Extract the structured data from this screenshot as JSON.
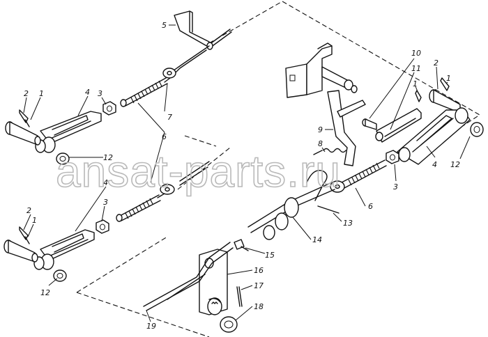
{
  "watermark": "ansat-parts.ru",
  "labels": {
    "l1a": "1",
    "l2a": "2",
    "l3a": "3",
    "l4a": "4",
    "l5": "5",
    "l6a": "6",
    "l7": "7",
    "l12a": "12",
    "l4b": "4",
    "l3b": "3",
    "l2b": "2",
    "l1b": "1",
    "l12b": "12",
    "l10": "10",
    "l11": "11",
    "l1c": "1",
    "l2c": "2",
    "l1d": "1",
    "l9": "9",
    "l8": "8",
    "l4c": "4",
    "l12c": "12",
    "l3c": "3",
    "l6b": "6",
    "l13": "13",
    "l14": "14",
    "l15": "15",
    "l16": "16",
    "l17": "17",
    "l18": "18",
    "l19": "19"
  }
}
